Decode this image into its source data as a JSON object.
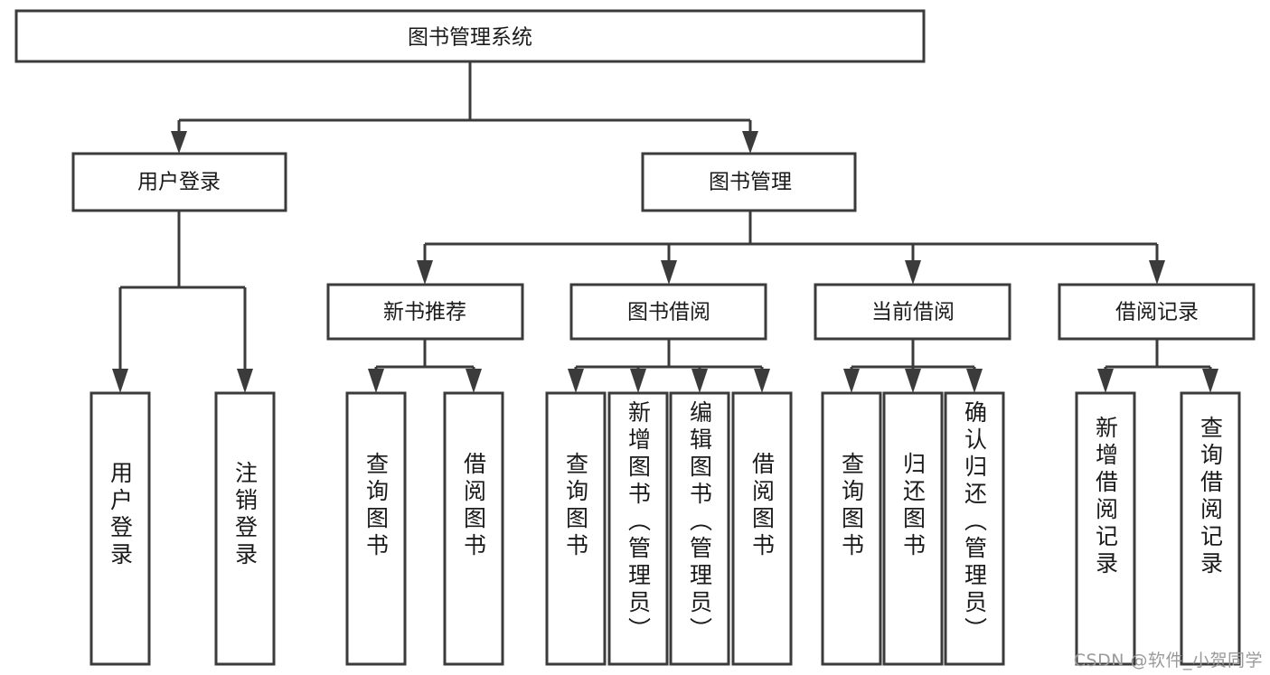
{
  "diagram": {
    "title": "图书管理系统",
    "type": "tree",
    "background_color": "#ffffff",
    "line_color": "#3b3b3b",
    "text_color": "#1a1a1a",
    "root": {
      "label": "图书管理系统"
    },
    "level2": [
      {
        "label": "用户登录"
      },
      {
        "label": "图书管理"
      }
    ],
    "level3": [
      {
        "label": "新书推荐"
      },
      {
        "label": "图书借阅"
      },
      {
        "label": "当前借阅"
      },
      {
        "label": "借阅记录"
      }
    ],
    "leaves": [
      {
        "label": "用户登录"
      },
      {
        "label": "注销登录"
      },
      {
        "label": "查询图书"
      },
      {
        "label": "借阅图书"
      },
      {
        "label": "查询图书"
      },
      {
        "label": "新增图书（管理员）"
      },
      {
        "label": "编辑图书（管理员）"
      },
      {
        "label": "借阅图书"
      },
      {
        "label": "查询图书"
      },
      {
        "label": "归还图书"
      },
      {
        "label": "确认归还（管理员）"
      },
      {
        "label": "新增借阅记录"
      },
      {
        "label": "查询借阅记录"
      }
    ]
  },
  "watermark": {
    "text": "CSDN @软件_小贺同学"
  }
}
